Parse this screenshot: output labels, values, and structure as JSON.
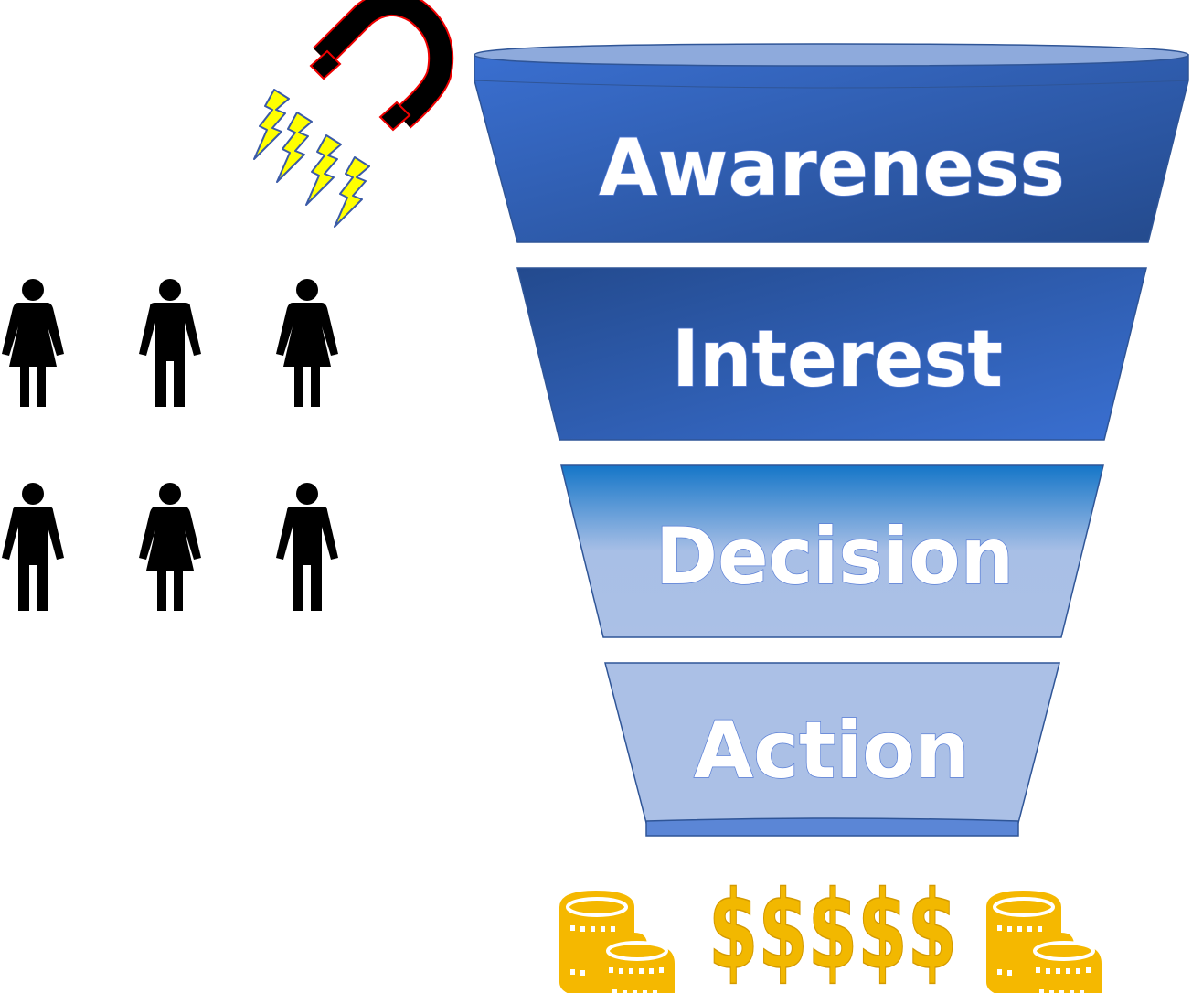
{
  "funnel": {
    "stages": [
      {
        "label": "Awareness"
      },
      {
        "label": "Interest"
      },
      {
        "label": "Decision"
      },
      {
        "label": "Action"
      }
    ]
  },
  "money": {
    "dollars": "$$$$$"
  },
  "icons": {
    "magnet": "magnet-icon",
    "bolts": "lightning-bolt-icon",
    "people": [
      "female",
      "male",
      "female",
      "male",
      "female",
      "male"
    ],
    "coins": "coin-stack-icon"
  },
  "colors": {
    "funnel_dark": "#234a8e",
    "funnel_mid": "#3a6fd0",
    "funnel_light": "#abc0e6",
    "gold": "#f5b800",
    "bolt": "#ffff00"
  }
}
